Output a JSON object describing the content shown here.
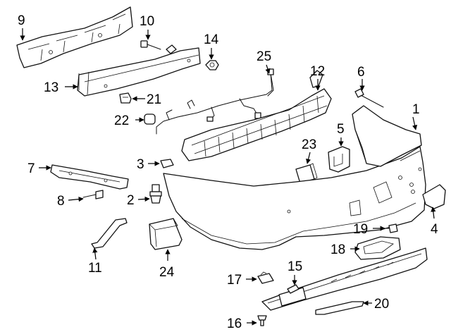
{
  "diagram": {
    "type": "exploded-parts-diagram",
    "callouts": {
      "c1": "1",
      "c2": "2",
      "c3": "3",
      "c4": "4",
      "c5": "5",
      "c6": "6",
      "c7": "7",
      "c8": "8",
      "c9": "9",
      "c10": "10",
      "c11": "11",
      "c12": "12",
      "c13": "13",
      "c14": "14",
      "c15": "15",
      "c16": "16",
      "c17": "17",
      "c18": "18",
      "c19": "19",
      "c20": "20",
      "c21": "21",
      "c22": "22",
      "c23": "23",
      "c24": "24",
      "c25": "25"
    }
  }
}
